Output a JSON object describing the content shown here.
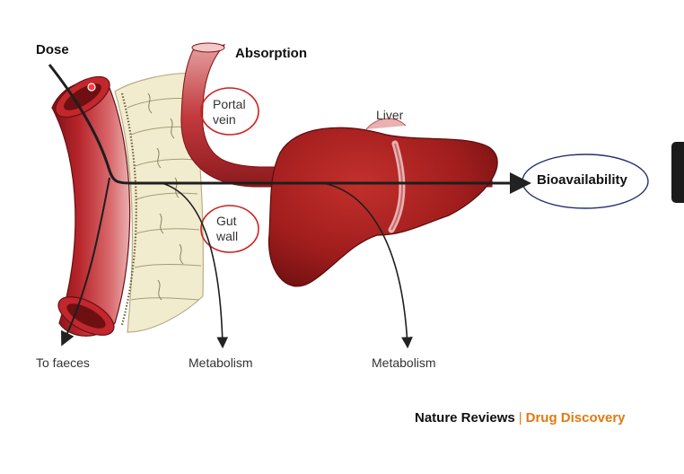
{
  "labels": {
    "dose": "Dose",
    "absorption": "Absorption",
    "portal_vein": [
      "Portal",
      "vein"
    ],
    "gut_wall": [
      "Gut",
      "wall"
    ],
    "liver": "Liver",
    "bioavailability": "Bioavailability",
    "to_faeces": "To faeces",
    "metabolism_gut": "Metabolism",
    "metabolism_liver": "Metabolism"
  },
  "credit": {
    "journal": "Nature Reviews",
    "separator": "|",
    "subtitle": "Drug Discovery"
  },
  "colors": {
    "tissue_red": "#b8262c",
    "tissue_dark": "#7e1216",
    "tissue_light": "#e7a0a0",
    "liver": "#a11d1d",
    "villi": "#f2ecce",
    "annotation_red": "#cc2222",
    "annotation_navy": "#243070",
    "credit_orange": "#e07a10"
  }
}
